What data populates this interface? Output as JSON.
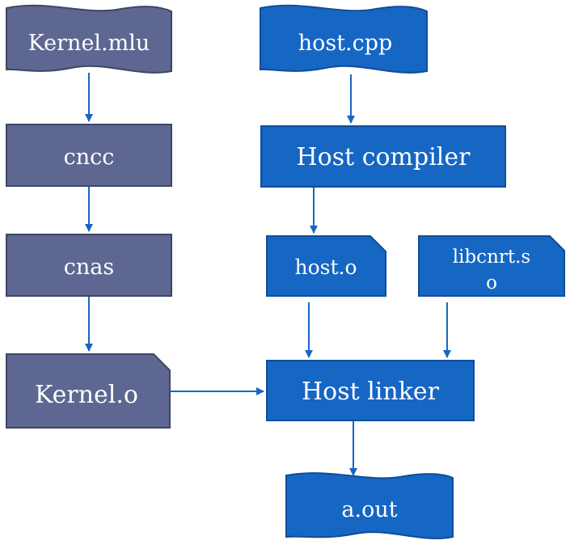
{
  "colors": {
    "device": "#5E6791",
    "device_border": "#3E4666",
    "host": "#1666C4",
    "host_border": "#0D4E99",
    "arrow": "#1666C4"
  },
  "nodes": {
    "kernel_mlu": "Kernel.mlu",
    "cncc": "cncc",
    "cnas": "cnas",
    "kernel_o": "Kernel.o",
    "host_cpp": "host.cpp",
    "host_compiler": "Host compiler",
    "host_o": "host.o",
    "libcnrt_line1": "libcnrt.s",
    "libcnrt_line2": "o",
    "host_linker": "Host linker",
    "a_out": "a.out"
  }
}
